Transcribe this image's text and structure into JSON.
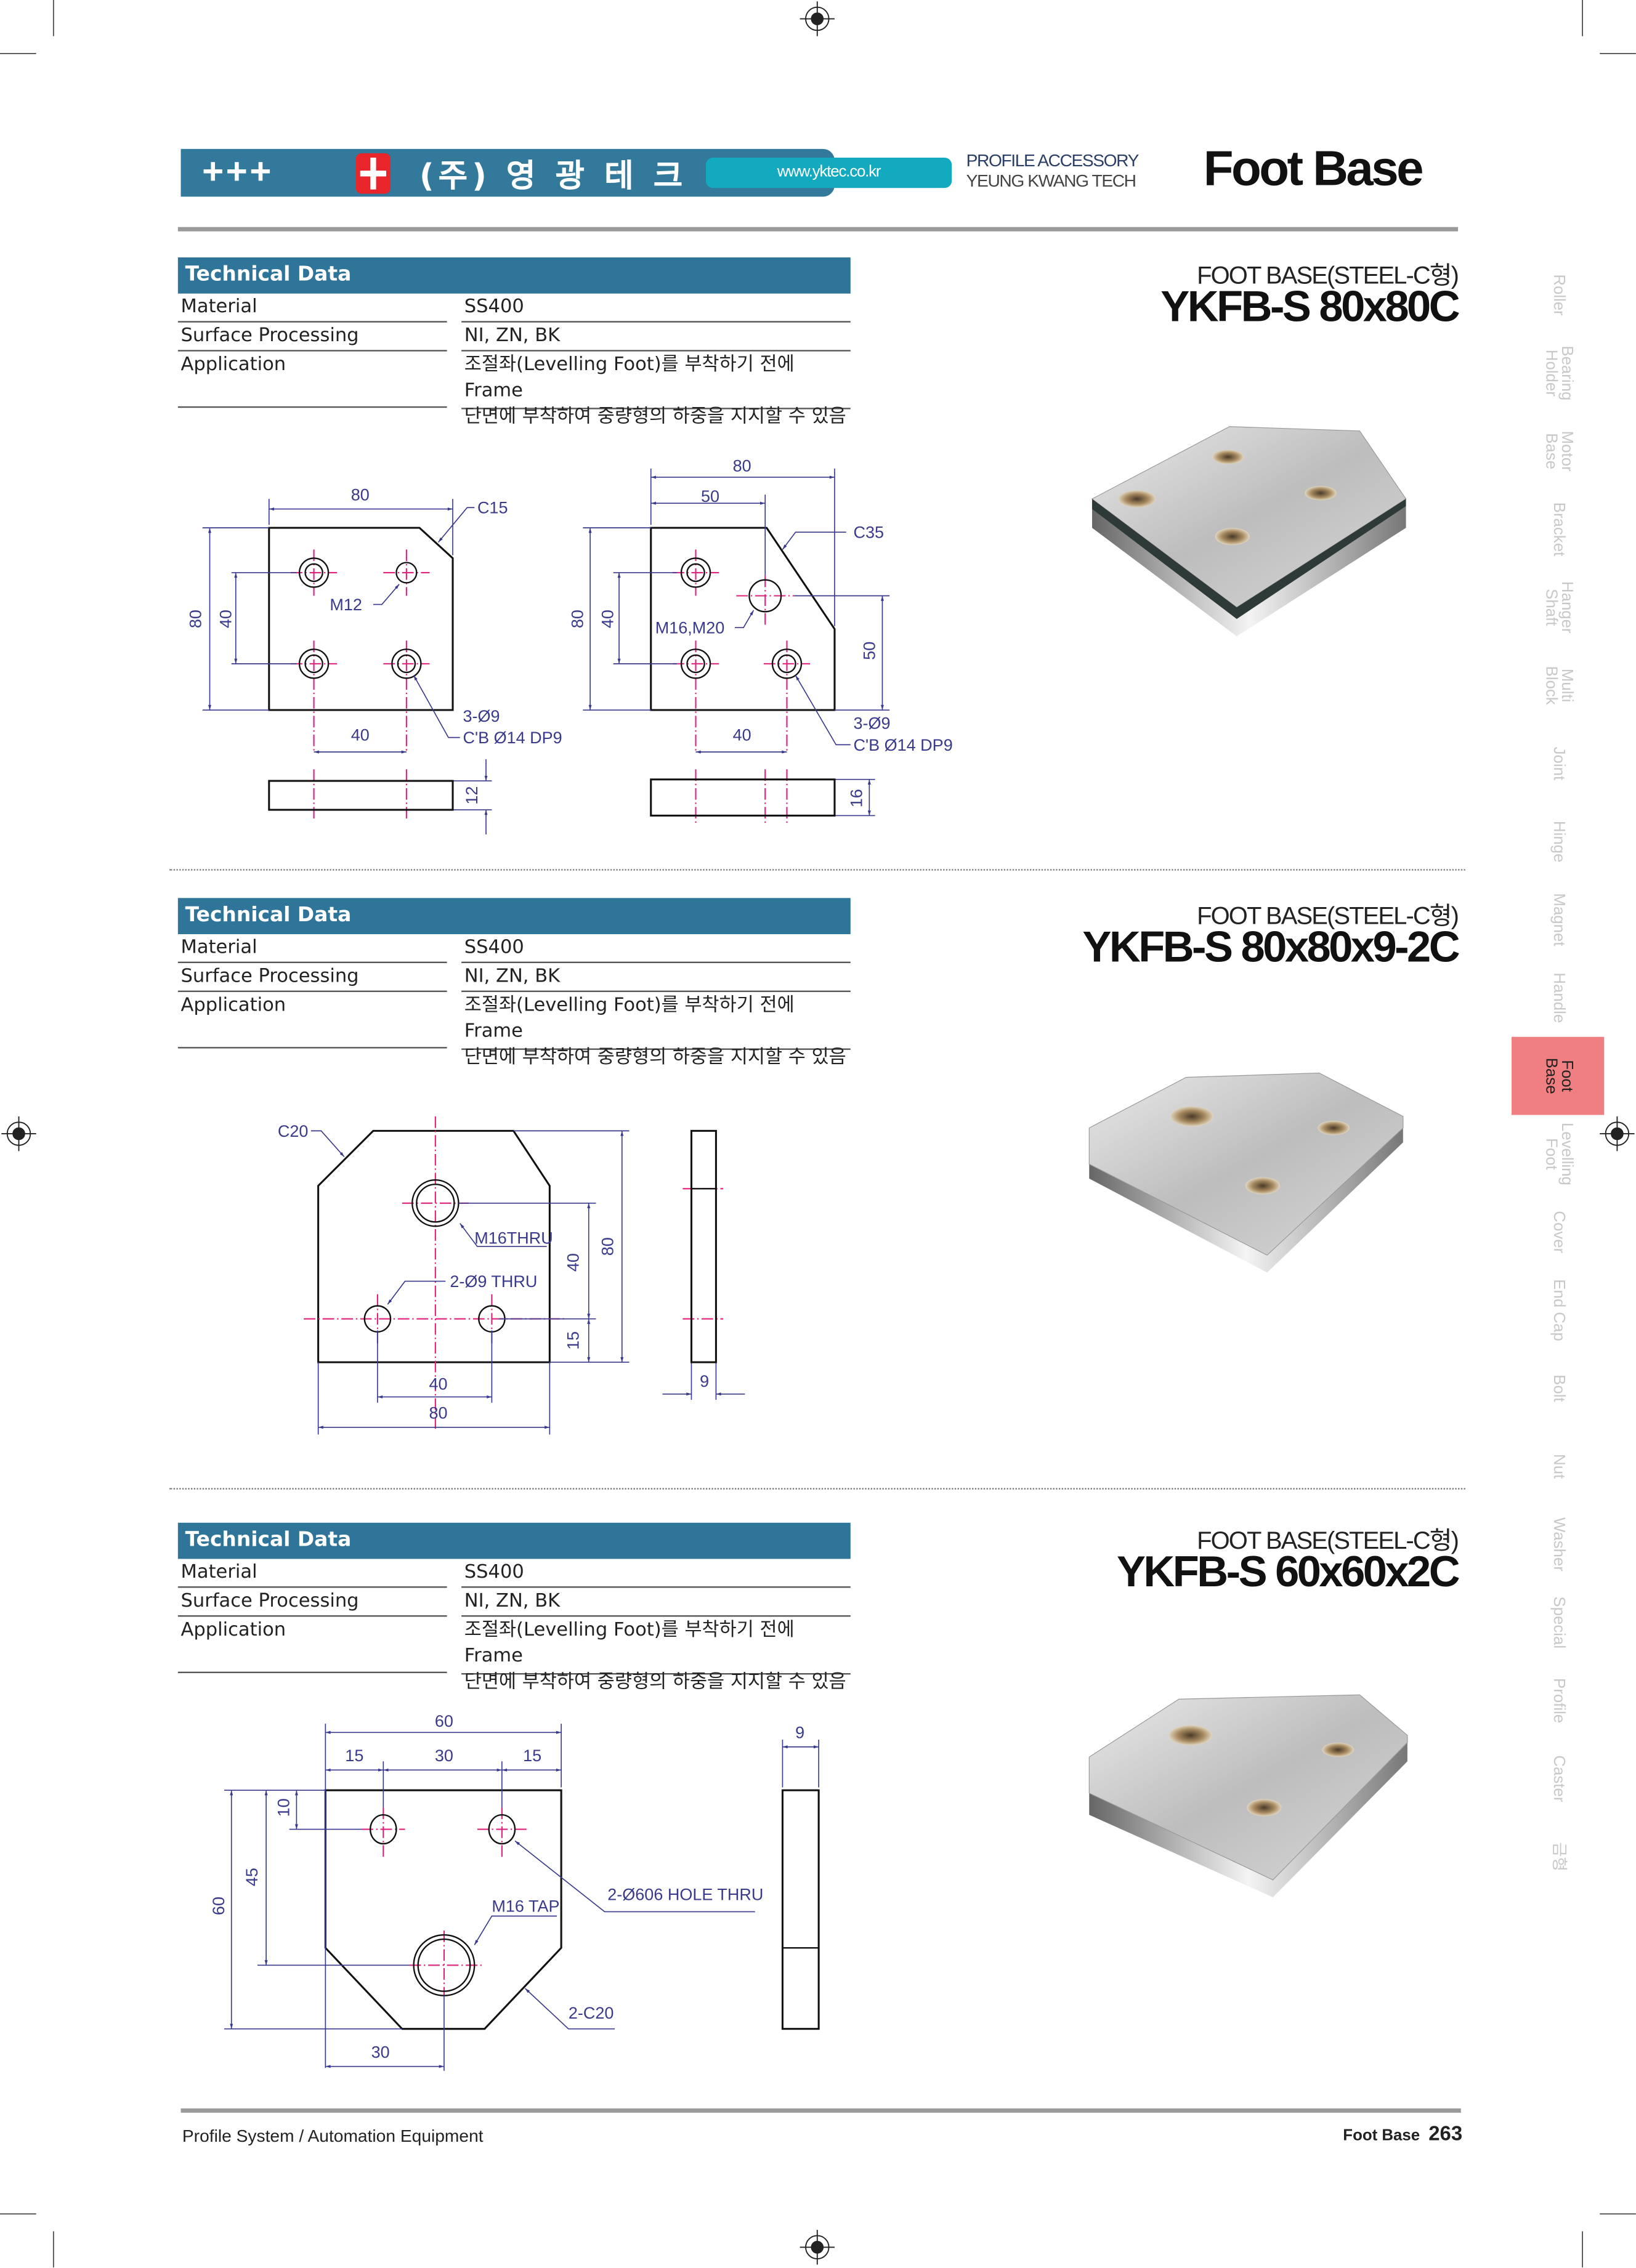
{
  "header": {
    "logo_plus": "+++",
    "company_kr": "(주) 영 광 테 크",
    "url": "www.yktec.co.kr",
    "line1": "PROFILE ACCESSORY",
    "line2": "YEUNG KWANG TECH",
    "page_title": "Foot Base"
  },
  "colors": {
    "header_bar": "#33799b",
    "table_header": "#2f7499",
    "url_pill": "#13aabf",
    "active_tab": "#f07f82",
    "dimension": "#3a3a8c",
    "centerline": "#e0207a"
  },
  "sections": [
    {
      "table_title": "Technical Data",
      "rows": [
        {
          "label": "Material",
          "value": "SS400"
        },
        {
          "label": "Surface Processing",
          "value": "NI, ZN, BK"
        },
        {
          "label": "Application",
          "value": "조절좌(Levelling Foot)를 부착하기 전에 Frame",
          "value2": "단면에 부착하여 중량형의 하중을 지지할 수 있음"
        }
      ],
      "subtitle": "FOOT BASE(STEEL-C형)",
      "model": "YKFB-S 80x80C",
      "drawing_a": {
        "width": "80",
        "height": "80",
        "pitch_v": "40",
        "pitch_h": "40",
        "chamfer": "C15",
        "tap": "M12",
        "hole1": "3-Ø9",
        "hole2": "C'B Ø14 DP9",
        "thickness": "12"
      },
      "drawing_b": {
        "width": "80",
        "offset": "50",
        "height": "80",
        "pitch_v": "40",
        "pitch_h": "40",
        "right": "50",
        "chamfer": "C35",
        "tap": "M16,M20",
        "hole1": "3-Ø9",
        "hole2": "C'B Ø14 DP9",
        "thickness": "16"
      }
    },
    {
      "table_title": "Technical Data",
      "rows": [
        {
          "label": "Material",
          "value": "SS400"
        },
        {
          "label": "Surface Processing",
          "value": "NI, ZN, BK"
        },
        {
          "label": "Application",
          "value": "조절좌(Levelling Foot)를 부착하기 전에 Frame",
          "value2": "단면에 부착하여 중량형의 하중을 지지할 수 있음"
        }
      ],
      "subtitle": "FOOT BASE(STEEL-C형)",
      "model": "YKFB-S 80x80x9-2C",
      "drawing": {
        "chamfer": "C20",
        "tap": "M16THRU",
        "holes": "2-Ø9 THRU",
        "h40": "40",
        "h80": "80",
        "h15": "15",
        "w40": "40",
        "w80": "80",
        "thickness": "9"
      }
    },
    {
      "table_title": "Technical Data",
      "rows": [
        {
          "label": "Material",
          "value": "SS400"
        },
        {
          "label": "Surface Processing",
          "value": "NI, ZN, BK"
        },
        {
          "label": "Application",
          "value": "조절좌(Levelling Foot)를 부착하기 전에 Frame",
          "value2": "단면에 부착하여 중량형의 하중을 지지할 수 있음"
        }
      ],
      "subtitle": "FOOT BASE(STEEL-C형)",
      "model": "YKFB-S 60x60x2C",
      "drawing": {
        "w60": "60",
        "w15a": "15",
        "w30": "30",
        "w15b": "15",
        "h60": "60",
        "h45": "45",
        "h10": "10",
        "tap": "M16 TAP",
        "holes": "2-Ø606 HOLE THRU",
        "chamfer": "2-C20",
        "w30b": "30",
        "thickness": "9"
      }
    }
  ],
  "side_tabs": [
    {
      "label": "Roller"
    },
    {
      "label": "Bearing\nHolder"
    },
    {
      "label": "Motor\nBase"
    },
    {
      "label": "Bracket"
    },
    {
      "label": "Hanger\nShaft"
    },
    {
      "label": "Multi\nBlock"
    },
    {
      "label": "Joint"
    },
    {
      "label": "Hinge"
    },
    {
      "label": "Magnet"
    },
    {
      "label": "Handle"
    },
    {
      "label": "Foot\nBase",
      "active": true
    },
    {
      "label": "Levelling\nFoot"
    },
    {
      "label": "Cover"
    },
    {
      "label": "End Cap"
    },
    {
      "label": "Bolt"
    },
    {
      "label": "Nut"
    },
    {
      "label": "Washer"
    },
    {
      "label": "Special"
    },
    {
      "label": "Profile"
    },
    {
      "label": "Caster"
    },
    {
      "label": "금형"
    }
  ],
  "footer": {
    "left": "Profile System / Automation Equipment",
    "section": "Foot Base",
    "page": "263"
  }
}
